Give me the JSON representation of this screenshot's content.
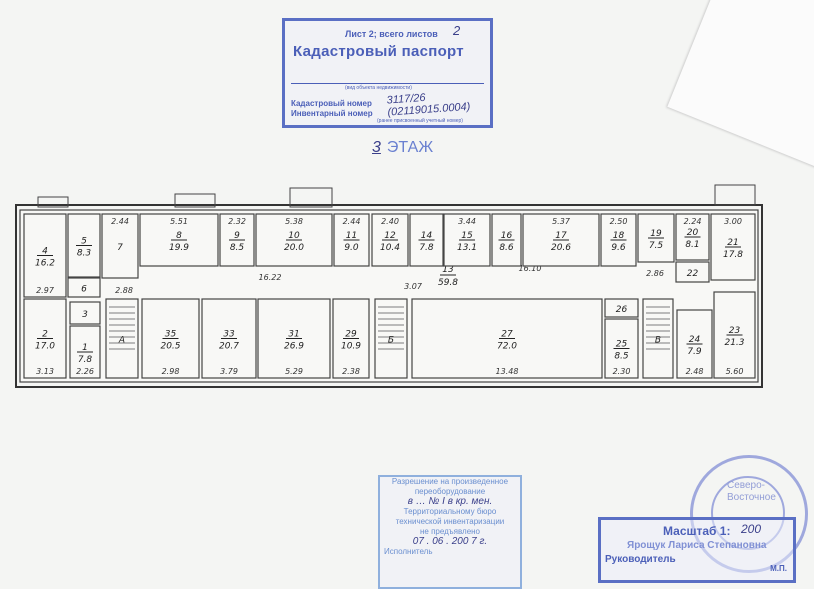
{
  "passport_stamp": {
    "sheet_label": "Лист 2; всего листов",
    "sheet_total": "2",
    "title": "Кадастровый паспорт",
    "object_type_caption": "(вид объекта недвижимости)",
    "cadastral_label": "Кадастровый номер",
    "inventory_label": "Инвентарный номер",
    "number_value": "3117/26 (02119015.0004)",
    "number_caption": "(ранее присвоенный учетный номер)"
  },
  "floor": {
    "number": "3",
    "label": "ЭТАЖ"
  },
  "corridor": {
    "number": "13",
    "area": "59.8",
    "dims": [
      "16.22",
      "16.10",
      "3.07",
      "2.86",
      "2.88"
    ]
  },
  "rooms": [
    {
      "num": "4",
      "area": "16.2",
      "dim": "2.97"
    },
    {
      "num": "5",
      "area": "8.3",
      "dim": ""
    },
    {
      "num": "6",
      "area": "",
      "dim": ""
    },
    {
      "num": "7",
      "area": "",
      "dim": "2.44"
    },
    {
      "num": "8",
      "area": "19.9",
      "dim": "5.51"
    },
    {
      "num": "9",
      "area": "8.5",
      "dim": "2.32"
    },
    {
      "num": "10",
      "area": "20.0",
      "dim": "5.38"
    },
    {
      "num": "11",
      "area": "9.0",
      "dim": "2.44"
    },
    {
      "num": "12",
      "area": "10.4",
      "dim": "2.40"
    },
    {
      "num": "14",
      "area": "7.8",
      "dim": ""
    },
    {
      "num": "15",
      "area": "13.1",
      "dim": "3.44"
    },
    {
      "num": "16",
      "area": "8.6",
      "dim": ""
    },
    {
      "num": "17",
      "area": "20.6",
      "dim": "5.37"
    },
    {
      "num": "18",
      "area": "9.6",
      "dim": "2.50"
    },
    {
      "num": "19",
      "area": "7.5",
      "dim": ""
    },
    {
      "num": "20",
      "area": "8.1",
      "dim": "2.24"
    },
    {
      "num": "21",
      "area": "17.8",
      "dim": "3.00"
    },
    {
      "num": "22",
      "area": "",
      "dim": ""
    },
    {
      "num": "2",
      "area": "17.0",
      "dim": "3.13"
    },
    {
      "num": "3",
      "area": "",
      "dim": ""
    },
    {
      "num": "1",
      "area": "7.8",
      "dim": "2.26"
    },
    {
      "num": "А",
      "area": "",
      "dim": ""
    },
    {
      "num": "35",
      "area": "20.5",
      "dim": "2.98"
    },
    {
      "num": "33",
      "area": "20.7",
      "dim": "3.79"
    },
    {
      "num": "31",
      "area": "26.9",
      "dim": "5.29"
    },
    {
      "num": "29",
      "area": "10.9",
      "dim": "2.38"
    },
    {
      "num": "Б",
      "area": "",
      "dim": ""
    },
    {
      "num": "27",
      "area": "72.0",
      "dim": "13.48"
    },
    {
      "num": "26",
      "area": "",
      "dim": ""
    },
    {
      "num": "25",
      "area": "8.5",
      "dim": "2.30"
    },
    {
      "num": "В",
      "area": "",
      "dim": ""
    },
    {
      "num": "24",
      "area": "7.9",
      "dim": "2.48"
    },
    {
      "num": "23",
      "area": "21.3",
      "dim": "5.60"
    }
  ],
  "permission_stamp": {
    "line1": "Разрешение на произведенное",
    "line2": "переоборудование",
    "line3": "в … № I в кр. мен.",
    "line4": "Территориальному бюро",
    "line5": "технической инвентаризации",
    "line6": "не предъявлено",
    "date": "07 . 06 . 200 7 г.",
    "executor": "Исполнитель"
  },
  "seal": {
    "text": "Северо-Восточное"
  },
  "scale_stamp": {
    "label": "Масштаб 1:",
    "value": "200",
    "name": "Ярощук Лариса Степановна",
    "role": "Руководитель",
    "mp": "М.П."
  }
}
